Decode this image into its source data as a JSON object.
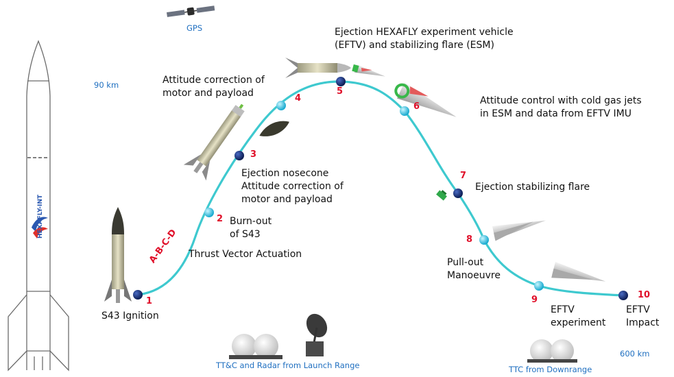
{
  "labels": {
    "gps": "GPS",
    "alt": "90 km",
    "range": "600 km",
    "ttc_launch": "TT&C and Radar from Launch Range",
    "ttc_down": "TTC from Downrange",
    "phases": "A-B-C-D",
    "s43_ignition": "S43 Ignition",
    "tva": "Thrust Vector Actuation",
    "burnout_1": "Burn-out",
    "burnout_2": "of S43",
    "eject_nose_1": "Ejection nosecone",
    "eject_nose_2": "Attitude correction of",
    "eject_nose_3": "motor and payload",
    "att_corr_1": "Attitude correction of",
    "att_corr_2": "motor and payload",
    "eject_eftv_1": "Ejection HEXAFLY experiment vehicle",
    "eject_eftv_2": "(EFTV) and stabilizing flare (ESM)",
    "att_ctrl_1": "Attitude control with cold gas jets",
    "att_ctrl_2": "in ESM and data from EFTV IMU",
    "eject_flare": "Ejection stabilizing flare",
    "pullout_1": "Pull-out",
    "pullout_2": "Manoeuvre",
    "eftv_exp_1": "EFTV",
    "eftv_exp_2": "experiment",
    "eftv_imp_1": "EFTV",
    "eftv_imp_2": "Impact",
    "logo": "HEXAFLY-INT"
  },
  "events": [
    "1",
    "2",
    "3",
    "4",
    "5",
    "6",
    "7",
    "8",
    "9",
    "10"
  ],
  "colors": {
    "trajectory": "#3ec9cf",
    "marker_dark": "#13296b",
    "marker_light": "#28c6e0",
    "event_number": "#e0102a",
    "station_label": "#1f6fc0"
  },
  "icons": [
    "rocket-outline-icon",
    "satellite-icon",
    "radome-icon",
    "radar-dish-icon",
    "s43-rocket-icon",
    "payload-stack-icon",
    "nosecone-icon",
    "eftv-vehicle-icon",
    "stabilizing-flare-icon"
  ]
}
